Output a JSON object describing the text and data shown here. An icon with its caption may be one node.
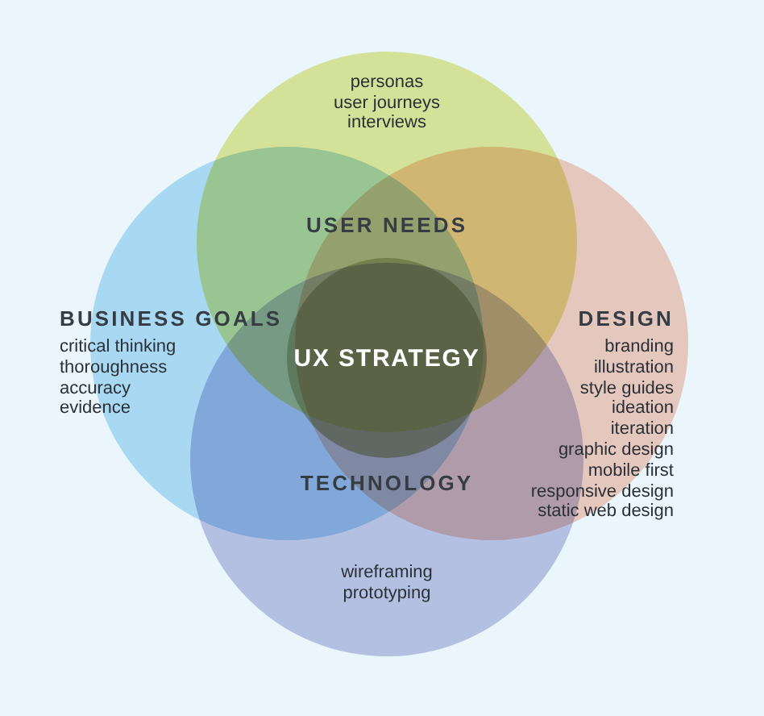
{
  "diagram": {
    "nodes": [
      {
        "text": [
          "personas",
          "user journeys",
          "interviews",
          "USER NEEDS"
        ]
      },
      {
        "text": [
          "BUSINESS GOALS",
          "critical thinking",
          "thoroughness",
          "accuracy",
          "evidence"
        ]
      },
      {
        "text": [
          "UX STRATEGY"
        ]
      },
      {
        "text": [
          "DESIGN",
          "branding",
          "illustration",
          "style guides",
          "ideation",
          "iteration",
          "graphic design",
          "mobile first",
          "responsive design",
          "static web design"
        ]
      },
      {
        "text": [
          "TECHNOLOGY",
          "wireframing",
          "prototyping"
        ]
      }
    ]
  }
}
